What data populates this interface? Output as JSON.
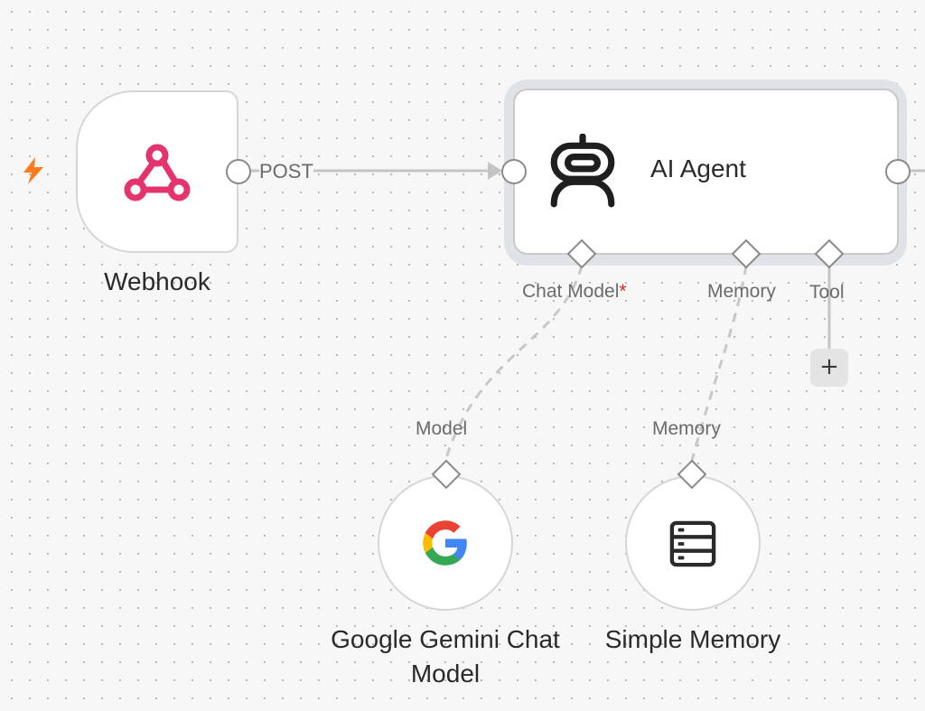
{
  "nodes": {
    "webhook": {
      "label": "Webhook",
      "connection_label": "POST"
    },
    "ai_agent": {
      "title": "AI Agent",
      "ports": {
        "chat_model": "Chat Model",
        "required_mark": "*",
        "memory": "Memory",
        "tool": "Tool"
      },
      "add_tool_label": "+"
    },
    "gemini": {
      "label": "Google Gemini Chat Model",
      "port_label": "Model"
    },
    "simple_memory": {
      "label": "Simple Memory",
      "port_label": "Memory"
    }
  },
  "icons": {
    "trigger": "lightning-bolt-icon",
    "webhook": "webhook-icon",
    "agent": "robot-icon",
    "gemini": "google-g-icon",
    "memory": "database-icon"
  },
  "colors": {
    "trigger": "#ff7a1a",
    "webhook": "#e5336c",
    "google_blue": "#4285F4",
    "google_red": "#EA4335",
    "google_yellow": "#FBBC05",
    "google_green": "#34A853",
    "required": "#e02424"
  }
}
